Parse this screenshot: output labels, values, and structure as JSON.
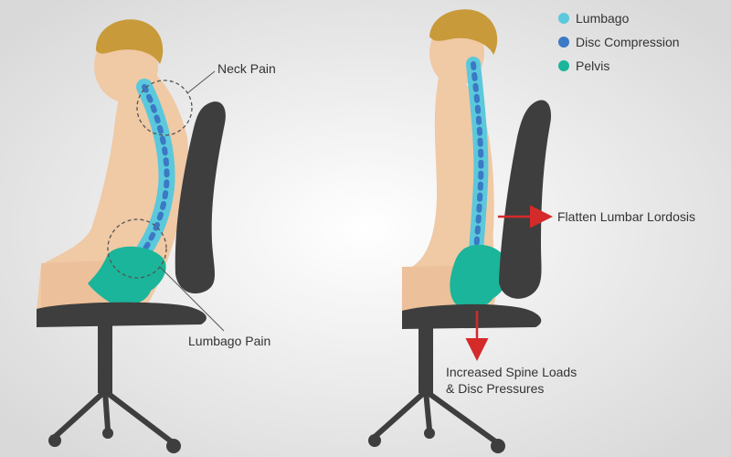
{
  "legend": [
    {
      "label": "Lumbago",
      "color": "#5bc8dc"
    },
    {
      "label": "Disc Compression",
      "color": "#3b79c4"
    },
    {
      "label": "Pelvis",
      "color": "#1ab59a"
    }
  ],
  "left_figure": {
    "callouts": {
      "neck": "Neck Pain",
      "lumbago": "Lumbago Pain"
    }
  },
  "right_figure": {
    "annotations": {
      "back": "Flatten Lumbar Lordosis",
      "seat_line1": "Increased Spine Loads",
      "seat_line2": "& Disc Pressures"
    }
  },
  "colors": {
    "skin": "#f0c9a5",
    "hair": "#c89a3a",
    "chair": "#3e3e3e",
    "arrow": "#d42a2a",
    "background_center": "#ffffff",
    "background_edge": "#dcdcdc"
  },
  "icons": [
    "circle-dot-icon",
    "arrow-right-icon",
    "arrow-down-icon"
  ]
}
